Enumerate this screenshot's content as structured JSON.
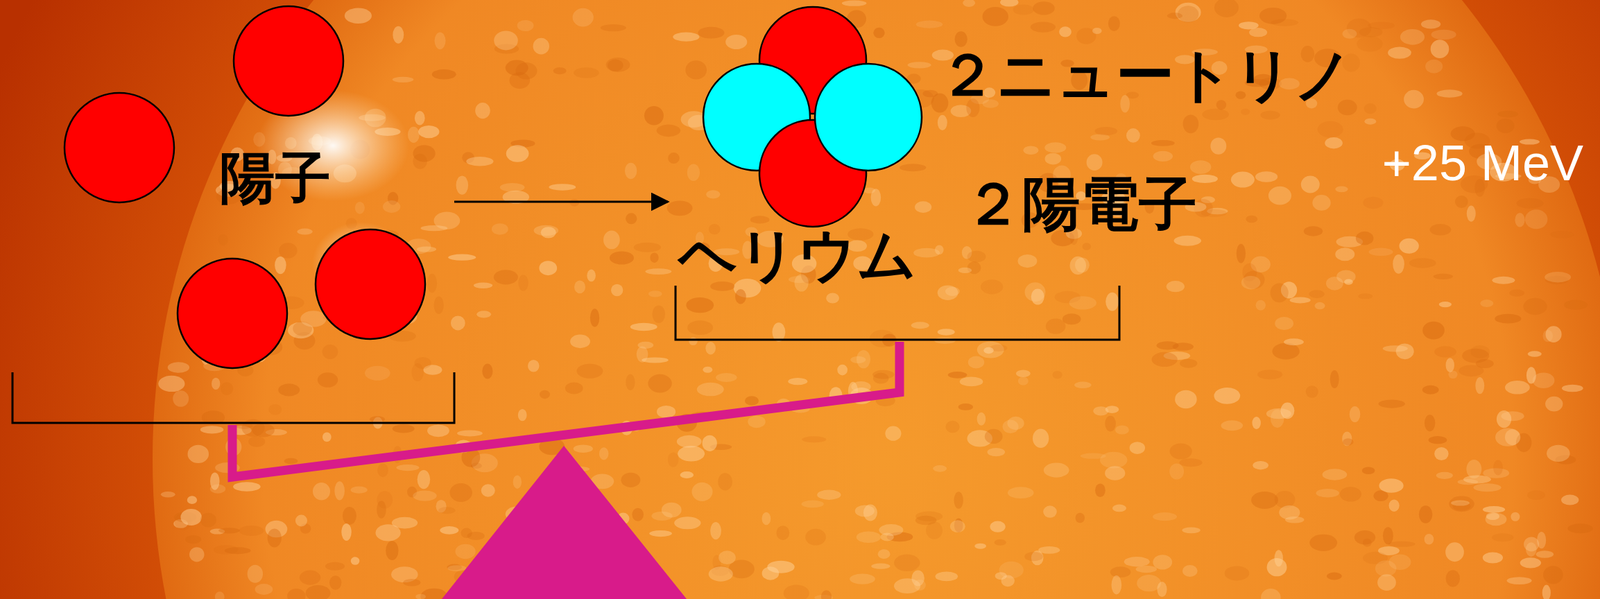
{
  "diagram": {
    "labels": [
      "陽子",
      "２ニュートリノ",
      "+25 MeV",
      "２陽電子",
      "ヘリウム"
    ]
  }
}
